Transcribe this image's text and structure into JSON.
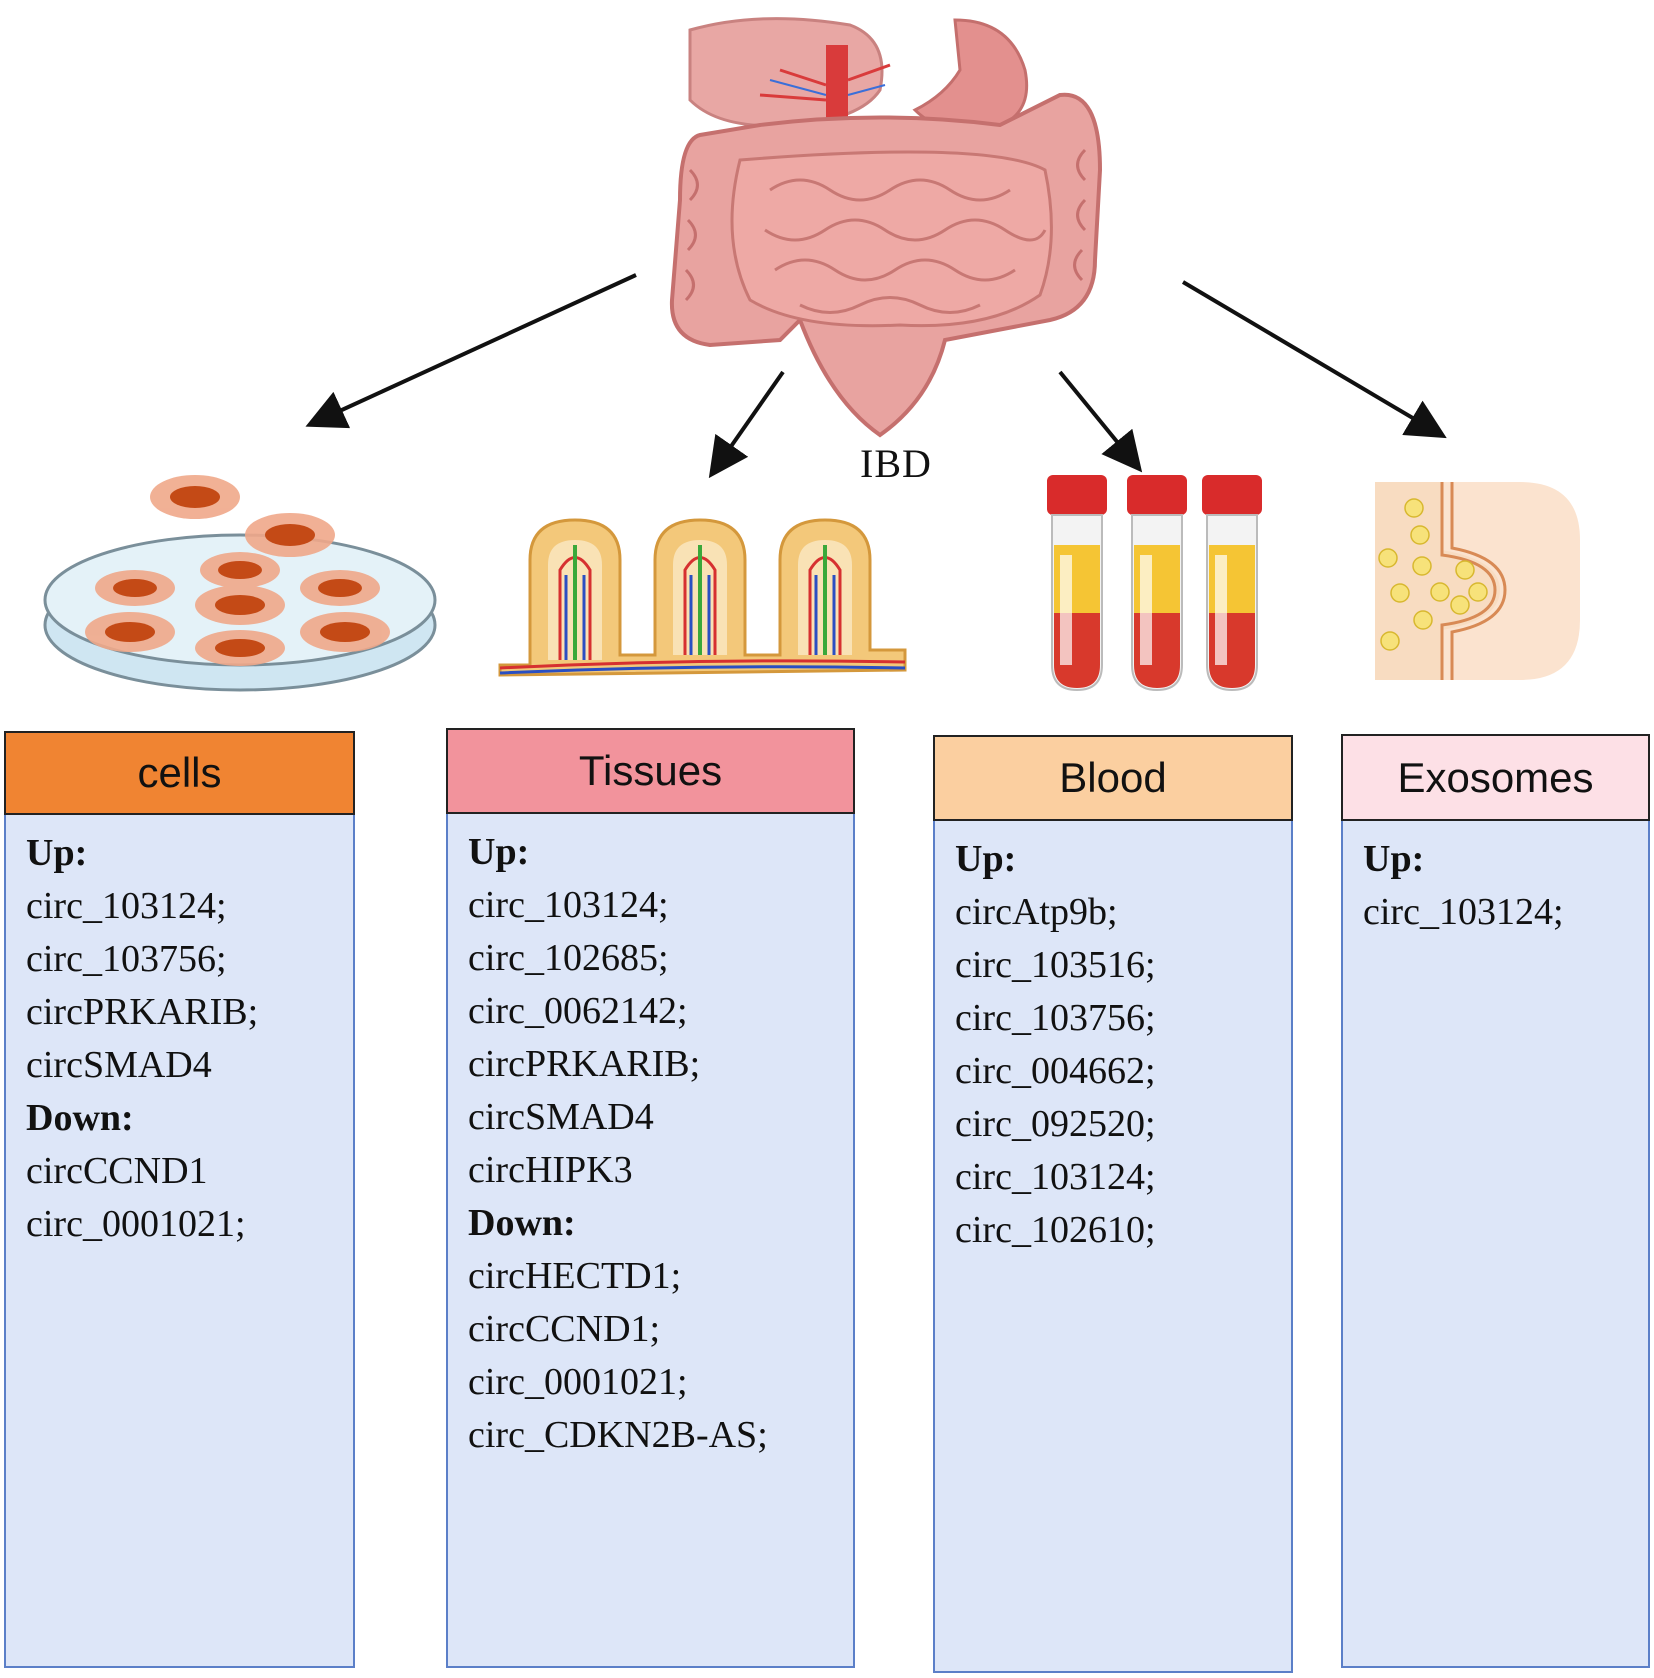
{
  "center_label": "IBD",
  "colors": {
    "cells_header": "#f08432",
    "tissues_header": "#f2939c",
    "blood_header": "#fbcfa0",
    "exosomes_header": "#fde0e6",
    "body_fill": "#dde6f8",
    "body_border": "#5b7fc8"
  },
  "icons": [
    "intestine-icon",
    "petri-dish-icon",
    "intestinal-villi-icon",
    "blood-tubes-icon",
    "exosome-icon"
  ],
  "columns": [
    {
      "title": "cells",
      "up_label": "Up:",
      "up": [
        "circ_103124;",
        "circ_103756;",
        "circPRKARIB;",
        "circSMAD4"
      ],
      "down_label": "Down:",
      "down": [
        "circCCND1",
        "circ_0001021;"
      ]
    },
    {
      "title": "Tissues",
      "up_label": "Up:",
      "up": [
        "circ_103124;",
        "circ_102685;",
        "circ_0062142;",
        "circPRKARIB;",
        "circSMAD4",
        "circHIPK3"
      ],
      "down_label": "Down:",
      "down": [
        "circHECTD1;",
        "circCCND1;",
        "circ_0001021;",
        "circ_CDKN2B-AS;"
      ]
    },
    {
      "title": "Blood",
      "up_label": "Up:",
      "up": [
        "circAtp9b;",
        "circ_103516;",
        "circ_103756;",
        "circ_004662;",
        "circ_092520;",
        "circ_103124;",
        "circ_102610;"
      ]
    },
    {
      "title": "Exosomes",
      "up_label": "Up:",
      "up": [
        "circ_103124;"
      ]
    }
  ]
}
